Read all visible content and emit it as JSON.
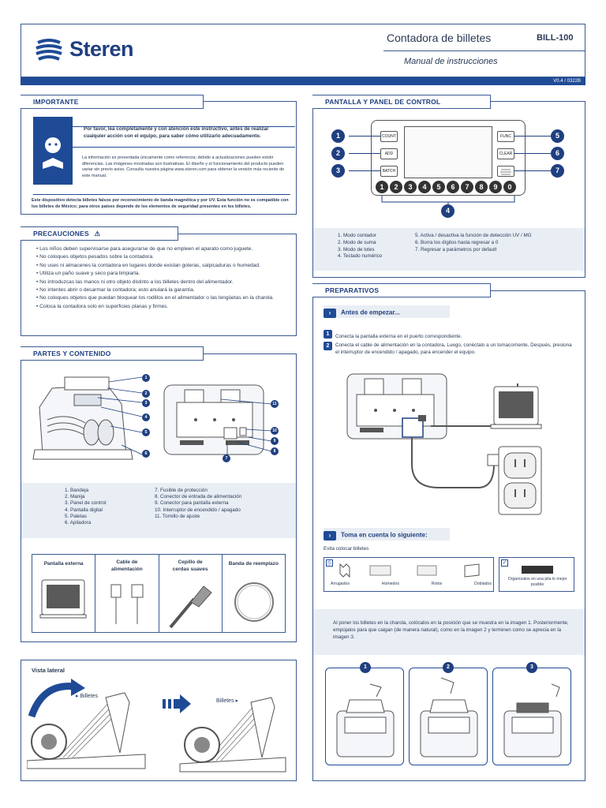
{
  "header": {
    "brand": "Steren",
    "title": "Contadora de billetes",
    "model": "BILL-100",
    "subtitle": "Manual de instrucciones",
    "version": "V0.4 / 0322B"
  },
  "importante": {
    "heading": "IMPORTANTE",
    "lead": "Por favor, lea completamente y con atención este instructivo, antes de realizar cualquier acción con el equipo, para saber cómo utilizarlo adecuadamente.",
    "info": "La información es presentada únicamente como referencia; debido a actualizaciones pueden existir diferencias. Las imágenes mostradas son ilustrativas. El diseño y el funcionamiento del producto pueden variar sin previo aviso. Consulta nuestra página www.steren.com para obtener la versión más reciente de este manual.",
    "note": "Este dispositivo detecta billetes falsos por reconocimiento de banda magnética y por UV. Esta función no es compatible con los billetes de México; para otros países depende de los elementos de seguridad presentes en los billetes."
  },
  "precauciones": {
    "heading": "PRECAUCIONES",
    "icon": "warning-icon",
    "items": [
      "Los niños deben supervisarse para asegurarse de que no empleen el aparato como juguete.",
      "No coloques objetos pesados sobre la contadora.",
      "No uses ni almacenes la contadora en lugares donde existan goteras, salpicaduras o humedad.",
      "Utiliza un paño suave y seco para limpiarla.",
      "No introduzcas las manos ni otro objeto distinto a los billetes dentro del alimentador.",
      "No intentes abrir o desarmar la contadora; esto anulará la garantía.",
      "No coloques objetos que puedan bloquear los rodillos en el alimentador o las lengüetas en la charola.",
      "Coloca la contadora solo en superficies planas y firmes."
    ]
  },
  "partes": {
    "heading": "PARTES Y CONTENIDO",
    "list_left": [
      "1.  Bandeja",
      "2.  Manija",
      "3.  Panel de control",
      "4.  Pantalla digital",
      "5.  Paletas",
      "6.  Apiladora"
    ],
    "list_right": [
      "7.  Fusible de protección",
      "8.  Conector de entrada de alimentación",
      "9.  Conector para pantalla externa",
      "10.  Interruptor de encendido / apagado",
      "11.  Tornillo de ajuste"
    ],
    "callouts_front": [
      "1",
      "2",
      "3",
      "4",
      "5",
      "6"
    ],
    "callouts_back": [
      "11",
      "10",
      "9",
      "8",
      "7"
    ],
    "contents": [
      {
        "label": "Pantalla externa"
      },
      {
        "label": "Cable de alimentación"
      },
      {
        "label": "Cepillo de cerdas suaves"
      },
      {
        "label": "Banda de reemplazo"
      }
    ]
  },
  "vista": {
    "heading": "Vista lateral",
    "label1": "Billetes",
    "label2": "Billetes"
  },
  "pantalla": {
    "heading": "PANTALLA Y PANEL DE CONTROL",
    "buttons_left": [
      "COUNT",
      "ADD",
      "BATCH"
    ],
    "buttons_right": [
      "FUNC",
      "CLEAR"
    ],
    "nums_left": [
      "1",
      "2",
      "3"
    ],
    "nums_right": [
      "5",
      "6",
      "7"
    ],
    "num_bottom": "4",
    "digits": [
      "1",
      "2",
      "3",
      "4",
      "5",
      "6",
      "7",
      "8",
      "9",
      "0"
    ],
    "legend_left": [
      "1.   Modo contador",
      "2.   Modo de suma",
      "3.   Modo de lotes",
      "4.   Teclado numérico"
    ],
    "legend_right": [
      "5.   Activa / desactiva la función de detección UV / MG",
      "6.   Borra los dígitos hasta regresar a 0",
      "7.   Regresar a parámetros por default"
    ]
  },
  "preparativos": {
    "heading": "PREPARATIVOS",
    "sub1": "Antes de empezar...",
    "steps": [
      {
        "n": "1",
        "text": "Conecta la pantalla externa en el puerto correspondiente."
      },
      {
        "n": "2",
        "text": "Conecta el cable de alimentación en la contadora, Luego, conéctalo a un tomacorriente, Después, presiona el interruptor de encendido / apagado, para encender el equipo."
      }
    ],
    "sub2": "Toma en cuenta lo siguiente:",
    "avoid": "Evita colocar billetes",
    "bad_labels": [
      "Arrugados",
      "Húmedos",
      "Rotos",
      "Doblados"
    ],
    "good_label": "Organízalos en una pila lo mejor posible",
    "instructions": "Al poner los billetes en la charola, colócalos en la posición que se muestra en la imagen 1. Posteriormente, empújalos para que caigan (de manera natural), como en la imagen 2 y terminen como se aprecia en la imagen 3.",
    "images": [
      "1",
      "2",
      "3"
    ]
  }
}
